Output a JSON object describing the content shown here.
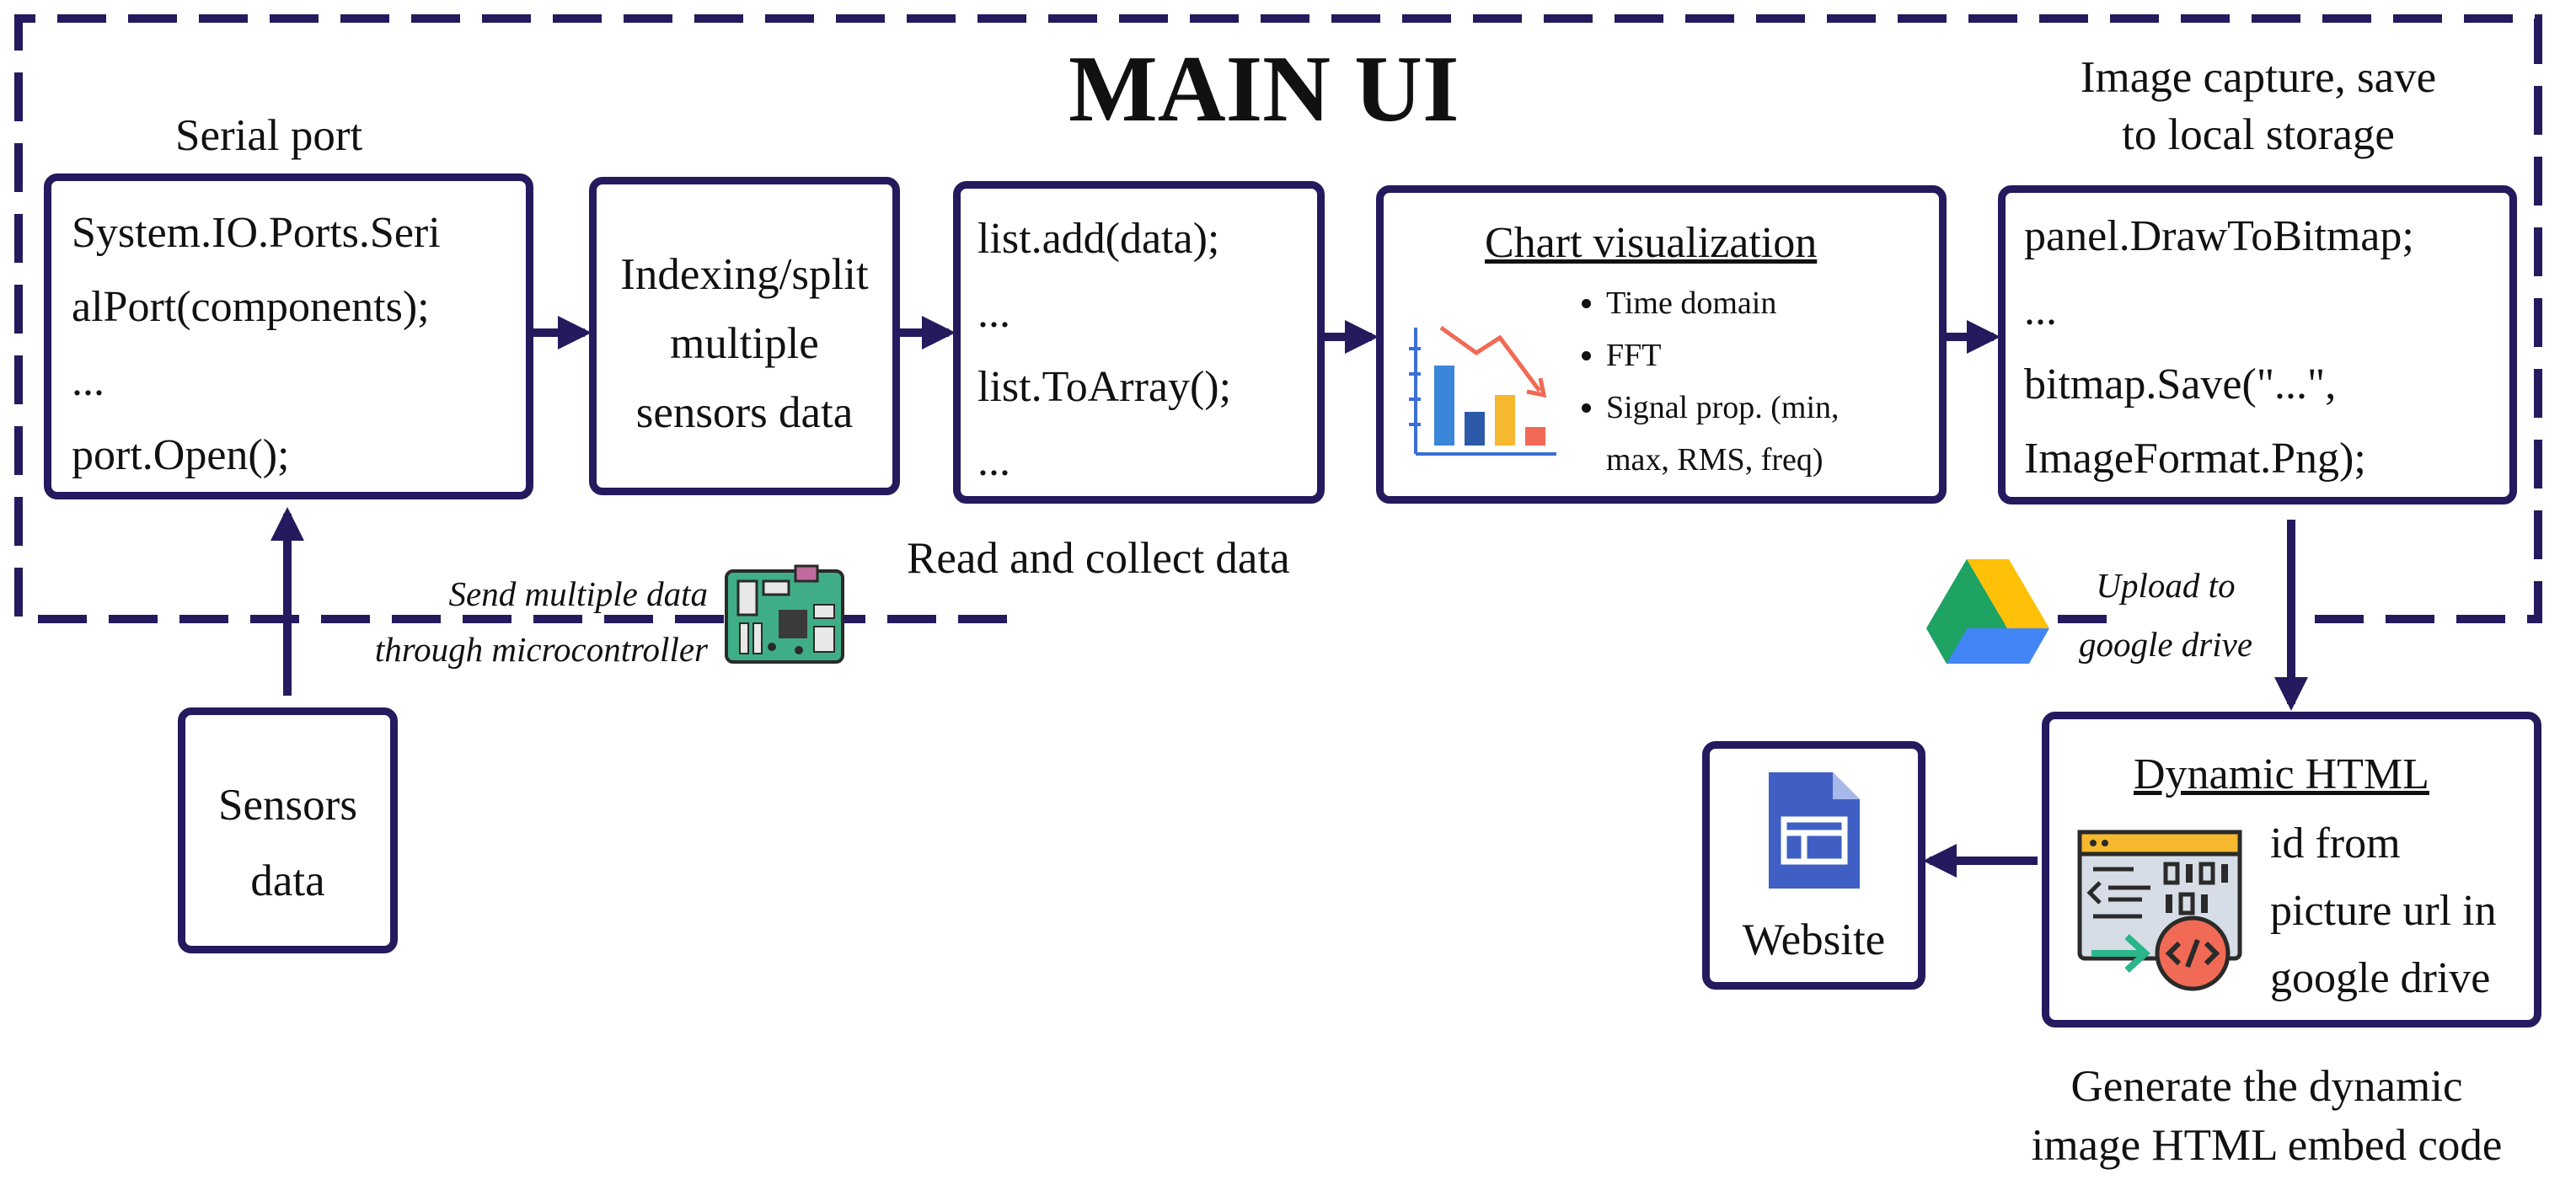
{
  "main_title": "MAIN UI",
  "serial": {
    "caption": "Serial port",
    "lines": [
      "System.IO.Ports.Seri",
      "alPort(components);",
      "...",
      "port.Open();"
    ]
  },
  "indexing": {
    "lines": [
      "Indexing/split",
      "multiple",
      "sensors data"
    ]
  },
  "collect": {
    "lines": [
      "list.add(data);",
      "...",
      "list.ToArray();",
      "..."
    ],
    "caption": "Read and collect data"
  },
  "chart": {
    "title": "Chart visualization",
    "bullets": [
      "Time domain",
      "FFT",
      "Signal prop. (min,",
      "max, RMS, freq)"
    ]
  },
  "capture": {
    "caption": [
      "Image capture, save",
      "to local storage"
    ],
    "lines": [
      "panel.DrawToBitmap;",
      "...",
      "bitmap.Save(\"...\",",
      "ImageFormat.Png);"
    ]
  },
  "sensors": {
    "lines": [
      "Sensors",
      "data"
    ]
  },
  "microcontroller_note": [
    "Send multiple data",
    "through microcontroller"
  ],
  "upload_note": [
    "Upload to",
    "google drive"
  ],
  "dynamic_html": {
    "title": "Dynamic HTML",
    "lines": [
      "id from",
      "picture url in",
      "google drive"
    ],
    "caption": [
      "Generate the dynamic",
      "image HTML embed code"
    ]
  },
  "website": {
    "label": "Website"
  },
  "colors": {
    "border": "#241a5e",
    "drive_green": "#1ea362",
    "drive_yellow": "#ffc107",
    "drive_blue": "#4285f4",
    "doc_blue": "#3f5fc4",
    "pcb_green": "#3fae86",
    "code_red": "#f06a55"
  }
}
